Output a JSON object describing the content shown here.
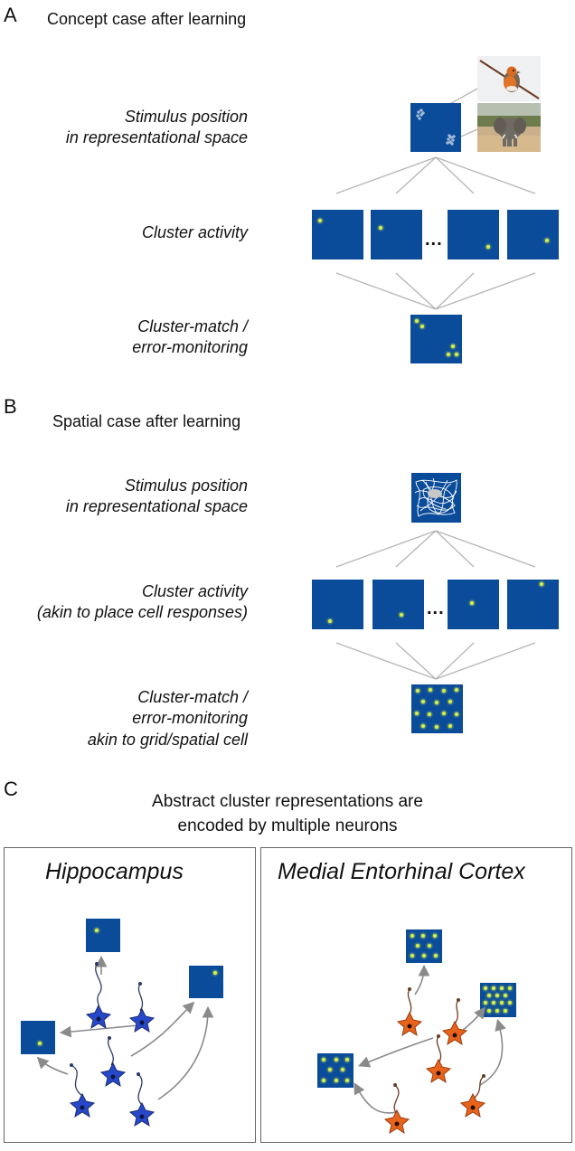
{
  "panel_a": {
    "letter": "A",
    "heading": "Concept case after learning",
    "row1_label_l1": "Stimulus position",
    "row1_label_l2": "in representational space",
    "row2_label": "Cluster activity",
    "row3_label_l1": "Cluster-match /",
    "row3_label_l2": "error-monitoring",
    "ellipsis": "..."
  },
  "panel_b": {
    "letter": "B",
    "heading": "Spatial case after learning",
    "row1_label_l1": "Stimulus position",
    "row1_label_l2": "in representational space",
    "row2_label_l1": "Cluster activity",
    "row2_label_l2": "(akin to place cell responses)",
    "row3_label_l1": "Cluster-match /",
    "row3_label_l2": "error-monitoring",
    "row3_label_l3": "akin to grid/spatial cell",
    "ellipsis": "..."
  },
  "panel_c": {
    "letter": "C",
    "title_l1": "Abstract cluster representations are",
    "title_l2": "encoded by multiple neurons",
    "left_box_title": "Hippocampus",
    "right_box_title": "Medial Entorhinal Cortex"
  },
  "colors": {
    "square_fill": "#0a4b9a",
    "activity_dot": "#d6f04a",
    "connector_line": "#b5b5b5",
    "arrow": "#8a8a8a",
    "hippocampus_neuron": "#2748c8",
    "entorhinal_neuron": "#e8631c"
  },
  "icons": {
    "robin_photo": "robin-image",
    "elephant_photo": "elephant-image"
  }
}
